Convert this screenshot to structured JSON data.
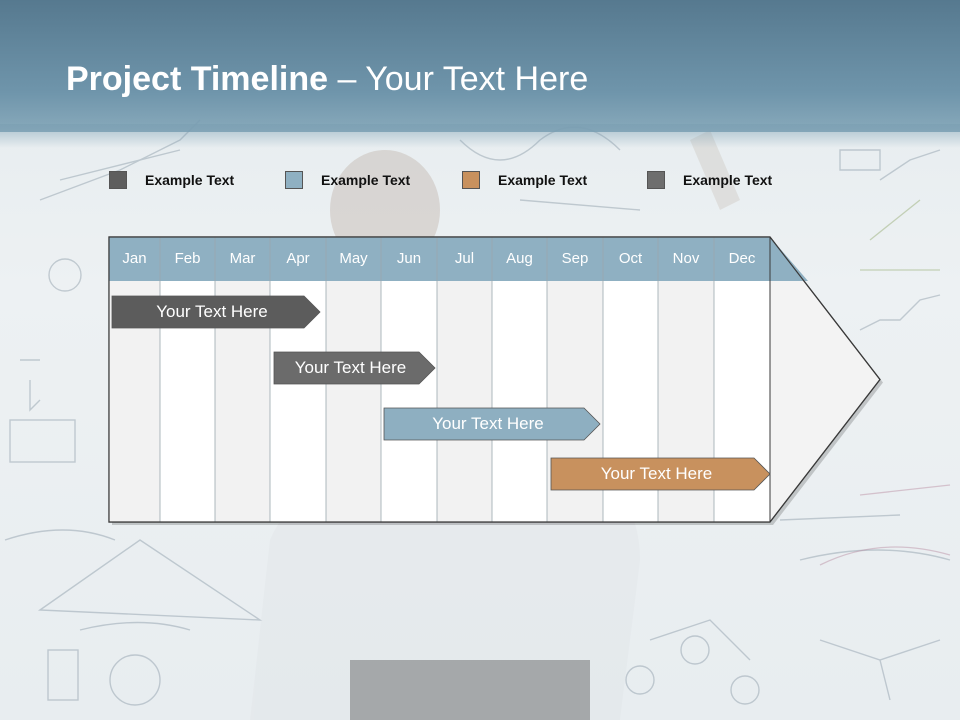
{
  "title": {
    "bold": "Project Timeline",
    "rest": " – Your Text Here"
  },
  "legend": [
    {
      "label": "Example Text",
      "color": "#5e5e5e"
    },
    {
      "label": "Example Text",
      "color": "#8fb0c2"
    },
    {
      "label": "Example Text",
      "color": "#c8915e"
    },
    {
      "label": "Example Text",
      "color": "#6e6e6e"
    }
  ],
  "months": [
    "Jan",
    "Feb",
    "Mar",
    "Apr",
    "May",
    "Jun",
    "Jul",
    "Aug",
    "Sep",
    "Oct",
    "Nov",
    "Dec"
  ],
  "tasks": [
    {
      "label": "Your  Text Here",
      "color": "#5c5c5c"
    },
    {
      "label": "Your  Text Here",
      "color": "#6b6b6b"
    },
    {
      "label": "Your  Text Here",
      "color": "#8eafc1"
    },
    {
      "label": "Your  Text Here",
      "color": "#c8915e"
    }
  ],
  "colors": {
    "header_band": "#5f8399",
    "month_header": "#8fb0c2",
    "column_light": "#f2f2f2",
    "column_white": "#ffffff"
  }
}
